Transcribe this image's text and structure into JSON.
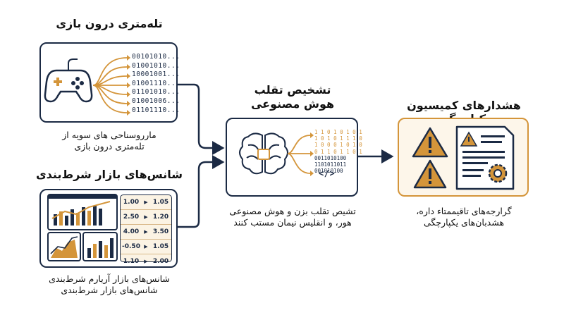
{
  "colors": {
    "navy": "#1b2a44",
    "orange": "#d4953a",
    "orange_box_bg": "#fdf6ea"
  },
  "telemetry": {
    "title": "تله‌متری درون بازی",
    "bits": [
      "00101010...",
      "01001010...",
      "10001001...",
      "01001110...",
      "01101010...",
      "01001006...",
      "01101110..."
    ],
    "caption": [
      "مارروسناحی های سویه از",
      "تله‌متری درون بازی"
    ],
    "icon": "gamepad-icon"
  },
  "markets": {
    "title": "شانس‌های بازار شرط‌بندی",
    "odds": [
      {
        "left": "1.00",
        "right": "1.05"
      },
      {
        "left": "2.50",
        "right": "1.20"
      },
      {
        "left": "4.00",
        "right": "3.50"
      },
      {
        "left": "-0.50",
        "right": "1.05"
      },
      {
        "left": "1.10",
        "right": "2.00"
      }
    ],
    "caption": [
      "شانس‌های بازار آریارم شرط‌بندی",
      "شانس‌های بازار شرط‌بندی"
    ],
    "icon": "market-charts-icon"
  },
  "ai": {
    "title": [
      "تشخیص تقلب",
      "هوش مصنوعی"
    ],
    "bits": [
      "1 1 0 1 0 1 0 1",
      "1 0 1 0 1 1 1 0",
      "1 0 0 0 1 0 1 0",
      "0 1 1 0 1 1 0 1",
      "0011010100",
      "1101011011",
      "001010100"
    ],
    "code_symbol": "</>",
    "caption": [
      "تشیص تقلب بزن و هوش مصنوعی",
      "هور، و انقلیس نیمان مستب کنند"
    ],
    "icon": "brain-icon"
  },
  "alerts": {
    "title": "هشدارهای کمیسیون یکپارچگی",
    "caption": [
      "گرارجه‌های تاقیممتاء داره،",
      "هشدبان‌های یکپارچگی"
    ],
    "icons": [
      "warning-icon",
      "report-document-icon",
      "gear-icon"
    ]
  }
}
